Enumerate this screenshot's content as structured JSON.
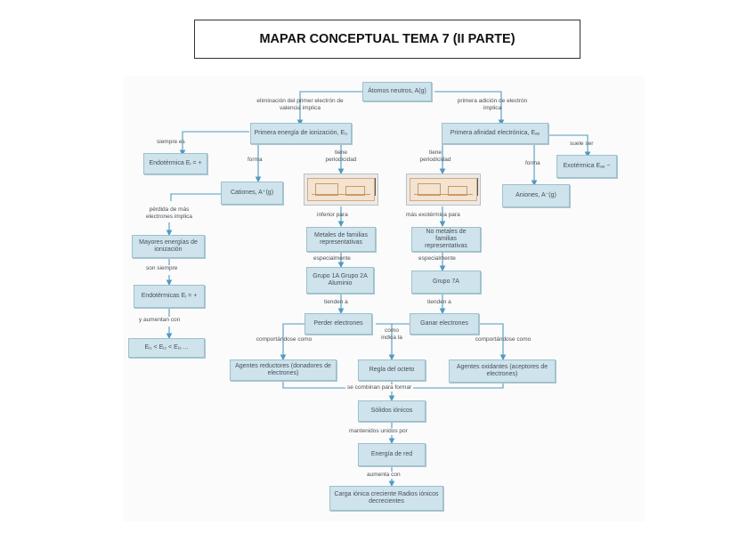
{
  "title": "MAPAR CONCEPTUAL TEMA 7 (II PARTE)",
  "nodes": {
    "atomos": "Átomos neutros, A(g)",
    "primera_energia": "Primera energía de ionización, Eᵢ₁",
    "primera_afinidad": "Primera afinidad electrónica, Eₐₑ",
    "endotermica": "Endotérmica Eᵢ = +",
    "cationes": "Cationes, A⁺(g)",
    "aniones": "Aniones, A⁻(g)",
    "exotermica": "Exotérmica Eₐₑ −",
    "mayores": "Mayores energías de ionización",
    "endotermicas": "Endotérmicas Eᵢ = +",
    "orden": "Eᵢ₁ < Eᵢ₂ < Eᵢ₃ ...",
    "metales": "Metales de familias representativas",
    "no_metales": "No metales de familias representativas",
    "grupos": "Grupo 1A Grupo 2A Aluminio",
    "grupo7a": "Grupo 7A",
    "perder": "Perder electrones",
    "ganar": "Ganar electrones",
    "reductores": "Agentes reductores (donadores de electrones)",
    "regla": "Regla del octeto",
    "oxidantes": "Agentes oxidantes (aceptores de electrones)",
    "solidos": "Sólidos iónicos",
    "energia_red": "Energía de red",
    "carga": "Carga iónica creciente Radios iónicos decrecientes"
  },
  "labels": {
    "eliminacion": "eliminación del primer electrón de valencia implica",
    "adicion": "primera adición de electrón implica",
    "siempre_es": "siempre es",
    "forma_left": "forma",
    "tiene_left": "tiene periodicidad",
    "tiene_right": "tiene periodicidad",
    "forma_right": "forma",
    "suele_ser": "suele ser",
    "perdida": "pérdida de más electrones implica",
    "inferior": "inferior para",
    "mas_exotermica": "más exotérmica para",
    "son_siempre": "son siempre",
    "especialmente_left": "especialmente",
    "especialmente_right": "especialmente",
    "y_aumentan": "y aumentan con",
    "tienden_left": "tienden a",
    "tienden_right": "tienden a",
    "comportandose_left": "comportándose como",
    "como_indica": "como indica la",
    "comportandose_right": "comportándose como",
    "se_combinan": "se combinan para formar",
    "mantenidos": "mantenidos unidos por",
    "aumenta": "aumenta con"
  }
}
